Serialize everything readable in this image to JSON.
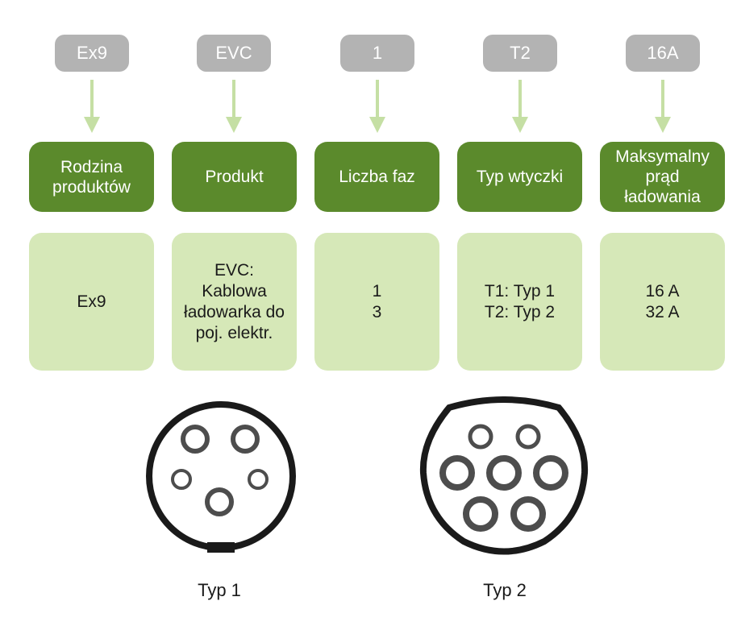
{
  "columns": [
    {
      "code": "Ex9",
      "heading": [
        "Rodzina",
        "produktów"
      ],
      "values": [
        "Ex9"
      ]
    },
    {
      "code": "EVC",
      "heading": [
        "Produkt"
      ],
      "values": [
        "EVC:",
        "Kablowa",
        "ładowarka do",
        "poj. elektr."
      ]
    },
    {
      "code": "1",
      "heading": [
        "Liczba faz"
      ],
      "values": [
        "1",
        "3"
      ]
    },
    {
      "code": "T2",
      "heading": [
        "Typ wtyczki"
      ],
      "values": [
        "T1: Typ 1",
        "T2: Typ 2"
      ]
    },
    {
      "code": "16A",
      "heading": [
        "Maksymalny",
        "prąd",
        "ładowania"
      ],
      "values": [
        "16 A",
        "32 A"
      ]
    }
  ],
  "connectors": {
    "type1": {
      "label": "Typ 1",
      "icon": "type1-connector-icon"
    },
    "type2": {
      "label": "Typ 2",
      "icon": "type2-connector-icon"
    }
  },
  "colors": {
    "code_pill": "#b3b3b3",
    "arrow": "#c5dfa4",
    "heading_box": "#5b8a2c",
    "value_box": "#d6e8b8",
    "connector_outline": "#1a1a1a",
    "pin_outline": "#4d4d4d"
  }
}
